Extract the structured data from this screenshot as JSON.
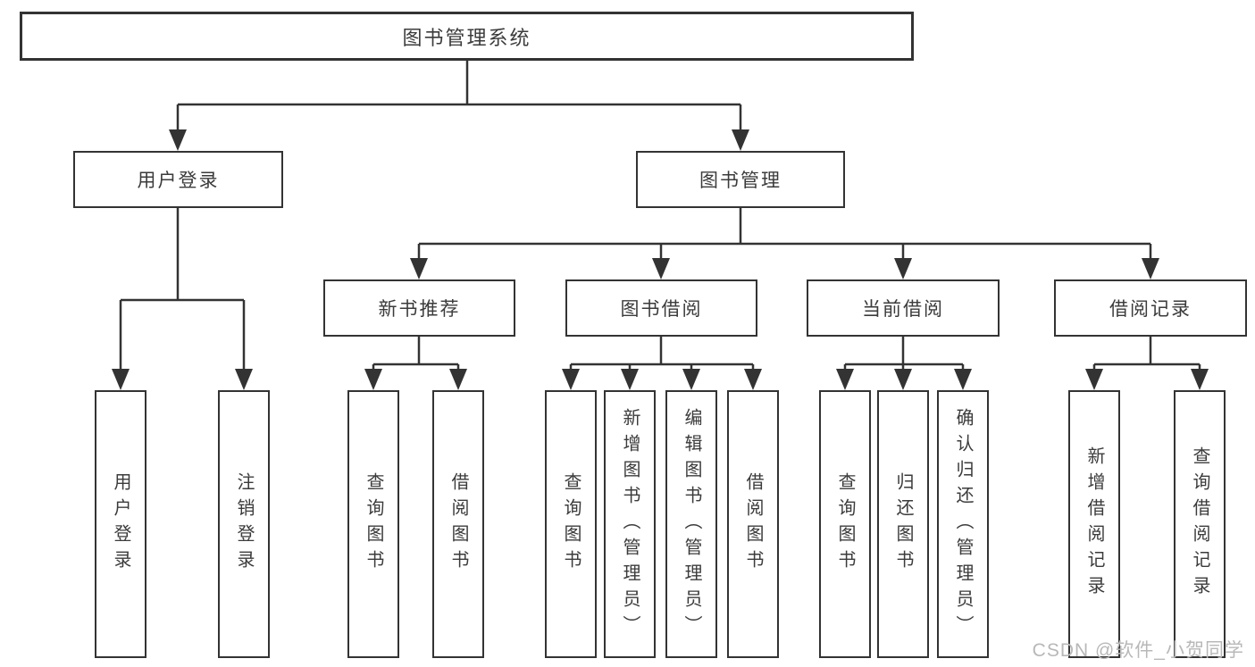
{
  "tree": {
    "label": "图书管理系统",
    "children": [
      {
        "label": "用户登录",
        "children": [
          {
            "label": "用户登录"
          },
          {
            "label": "注销登录"
          }
        ]
      },
      {
        "label": "图书管理",
        "children": [
          {
            "label": "新书推荐",
            "children": [
              {
                "label": "查询图书"
              },
              {
                "label": "借阅图书"
              }
            ]
          },
          {
            "label": "图书借阅",
            "children": [
              {
                "label": "查询图书"
              },
              {
                "label": "新增图书（管理员）"
              },
              {
                "label": "编辑图书（管理员）"
              },
              {
                "label": "借阅图书"
              }
            ]
          },
          {
            "label": "当前借阅",
            "children": [
              {
                "label": "查询图书"
              },
              {
                "label": "归还图书"
              },
              {
                "label": "确认归还（管理员）"
              }
            ]
          },
          {
            "label": "借阅记录",
            "children": [
              {
                "label": "新增借阅记录"
              },
              {
                "label": "查询借阅记录"
              }
            ]
          }
        ]
      }
    ]
  },
  "watermark": {
    "text": "CSDN @软件_小贺同学"
  },
  "colors": {
    "line": "#333333",
    "box_border": "#333333",
    "text": "#3b3b3b",
    "watermark": "#b8b8b8",
    "background": "#ffffff"
  }
}
